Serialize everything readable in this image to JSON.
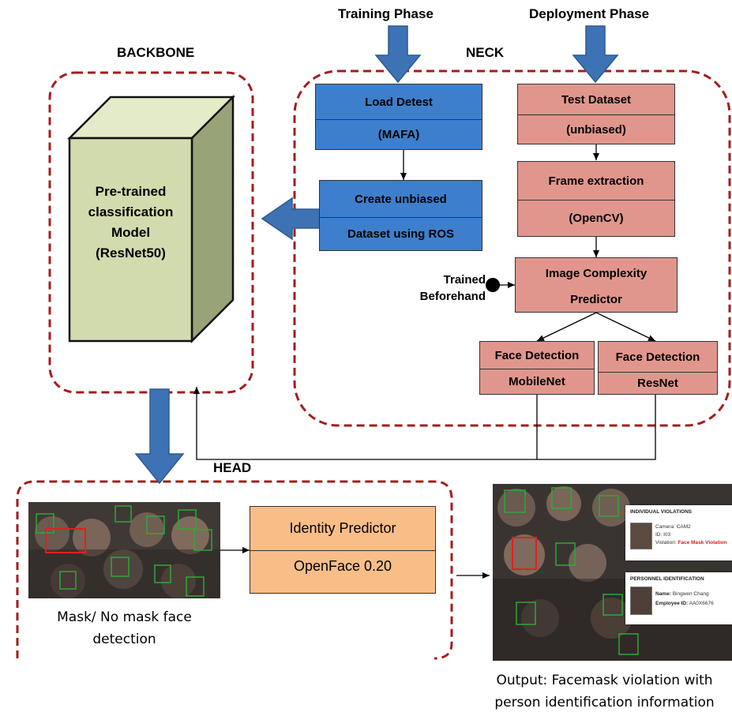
{
  "phases": {
    "training": "Training Phase",
    "deployment": "Deployment Phase"
  },
  "sections": {
    "backbone": "BACKBONE",
    "neck": "NECK",
    "head": "HEAD"
  },
  "backbone_model": [
    "Pre-trained",
    "classification",
    "Model",
    "(ResNet50)"
  ],
  "training_boxes": {
    "load": {
      "top": "Load Detest",
      "bottom": "(MAFA)"
    },
    "create": {
      "top": "Create unbiased",
      "bottom": "Dataset using ROS"
    }
  },
  "deployment_boxes": {
    "test": {
      "top": "Test Dataset",
      "bottom": "(unbiased)"
    },
    "frame": {
      "top": "Frame extraction",
      "bottom": "(OpenCV)"
    },
    "complexity": {
      "top": "Image Complexity",
      "bottom": "Predictor"
    },
    "face_mobile": {
      "top": "Face Detection",
      "bottom": "MobileNet"
    },
    "face_resnet": {
      "top": "Face Detection",
      "bottom": "ResNet"
    }
  },
  "trained_beforehand": [
    "Trained",
    "Beforehand"
  ],
  "identity": {
    "top": "Identity Predictor",
    "bottom": "OpenFace 0.20"
  },
  "mask_caption": [
    "Mask/ No mask face",
    "detection"
  ],
  "output_caption": [
    "Output: Facemask violation with",
    "person identification information"
  ],
  "output_panel": {
    "violations_title": "INDIVIDUAL VIOLATIONS",
    "camera": "Camera: CAM2",
    "id": "ID: I03",
    "violation_label": "Violation:",
    "violation_value": "Face Mask Violation",
    "personnel_title": "PERSONNEL IDENTIFICATION",
    "name_label": "Name:",
    "name_value": "Bingwen Chang",
    "employee_label": "Employee ID:",
    "employee_value": "AA0X6676"
  },
  "colors": {
    "dashed_border": "#a51c1c",
    "blue_box": "#3d7fcc",
    "pink_box": "#e0968d",
    "orange_box": "#f9bd88",
    "cube_front": "#d2dbad",
    "cube_side": "#98a478",
    "arrow_blue": "#3d72b4"
  }
}
